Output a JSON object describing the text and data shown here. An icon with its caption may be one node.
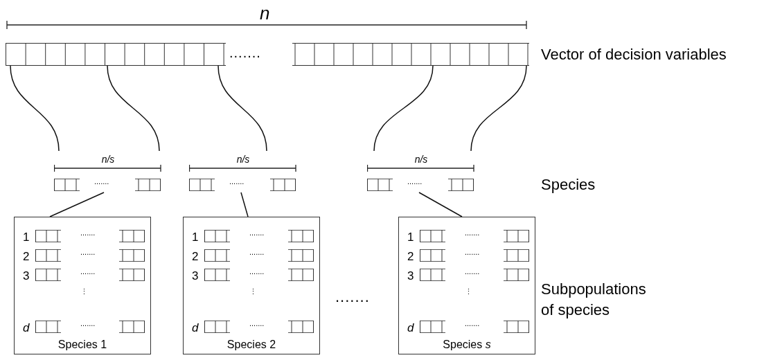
{
  "diagram": {
    "nodes": [
      {
        "text": [
          "......."
        ]
      },
      {
        "text": [
          "n/s",
          "......."
        ]
      },
      {
        "text": [
          "n/s",
          "......."
        ]
      },
      {
        "text": [
          "n/s",
          "......."
        ]
      },
      {
        "text": [
          "1",
          ".......",
          "2",
          ".......",
          "3",
          ".......",
          "⋮",
          "d",
          ".......",
          "Species 1"
        ]
      },
      {
        "text": [
          "1",
          ".......",
          "2",
          ".......",
          "3",
          ".......",
          "⋮",
          "d",
          ".......",
          "Species 2"
        ]
      },
      {
        "text": [
          "1",
          ".......",
          "2",
          ".......",
          "3",
          ".......",
          "⋮",
          "d",
          ".......",
          "Species *s*"
        ]
      }
    ],
    "edges": [
      {
        "from": 0,
        "to": 1,
        "arrow": "none"
      },
      {
        "from": 0,
        "to": 1,
        "arrow": "none"
      },
      {
        "from": 0,
        "to": 2,
        "arrow": "none"
      },
      {
        "from": 0,
        "to": 3,
        "arrow": "none"
      },
      {
        "from": 0,
        "to": 3,
        "arrow": "none"
      },
      {
        "from": 1,
        "to": 4,
        "arrow": "none"
      },
      {
        "from": 2,
        "to": 5,
        "arrow": "none"
      },
      {
        "from": 3,
        "to": 6,
        "arrow": "none"
      }
    ],
    "labels": [
      "n",
      "Vector of decision variables",
      "Species",
      ".......",
      "Subpopulations of species"
    ]
  }
}
